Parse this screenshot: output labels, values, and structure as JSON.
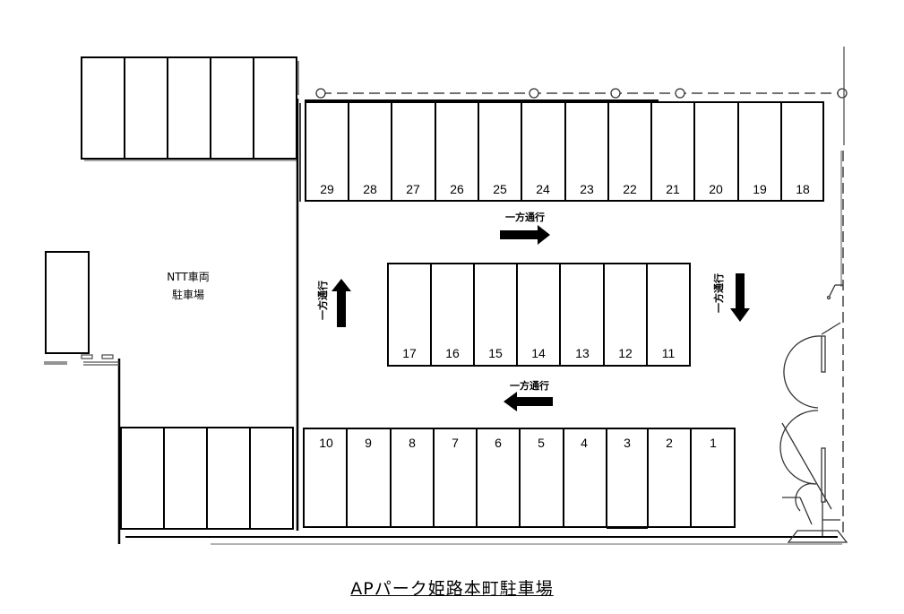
{
  "title": "APパーク姫路本町駐車場",
  "ntt_area": {
    "line1": "NTT車両",
    "line2": "駐車場"
  },
  "one_way_label": "一方通行",
  "arrows": [
    {
      "id": "top",
      "direction": "right",
      "label": "一方通行"
    },
    {
      "id": "left",
      "direction": "up",
      "label": "一方通行"
    },
    {
      "id": "right",
      "direction": "down",
      "label": "一方通行"
    },
    {
      "id": "bottom",
      "direction": "left",
      "label": "一方通行"
    }
  ],
  "spaces": {
    "top_row": [
      "29",
      "28",
      "27",
      "26",
      "25",
      "24",
      "23",
      "22",
      "21",
      "20",
      "19",
      "18"
    ],
    "middle_row": [
      "17",
      "16",
      "15",
      "14",
      "13",
      "12",
      "11"
    ],
    "bottom_row": [
      "10",
      "9",
      "8",
      "7",
      "6",
      "5",
      "4",
      "3",
      "2",
      "1"
    ]
  },
  "unnumbered_blocks": {
    "top_left_spaces": 5,
    "bottom_left_spaces": 4
  },
  "colors": {
    "line": "#000000",
    "background": "#ffffff",
    "gray_line": "#777777"
  }
}
